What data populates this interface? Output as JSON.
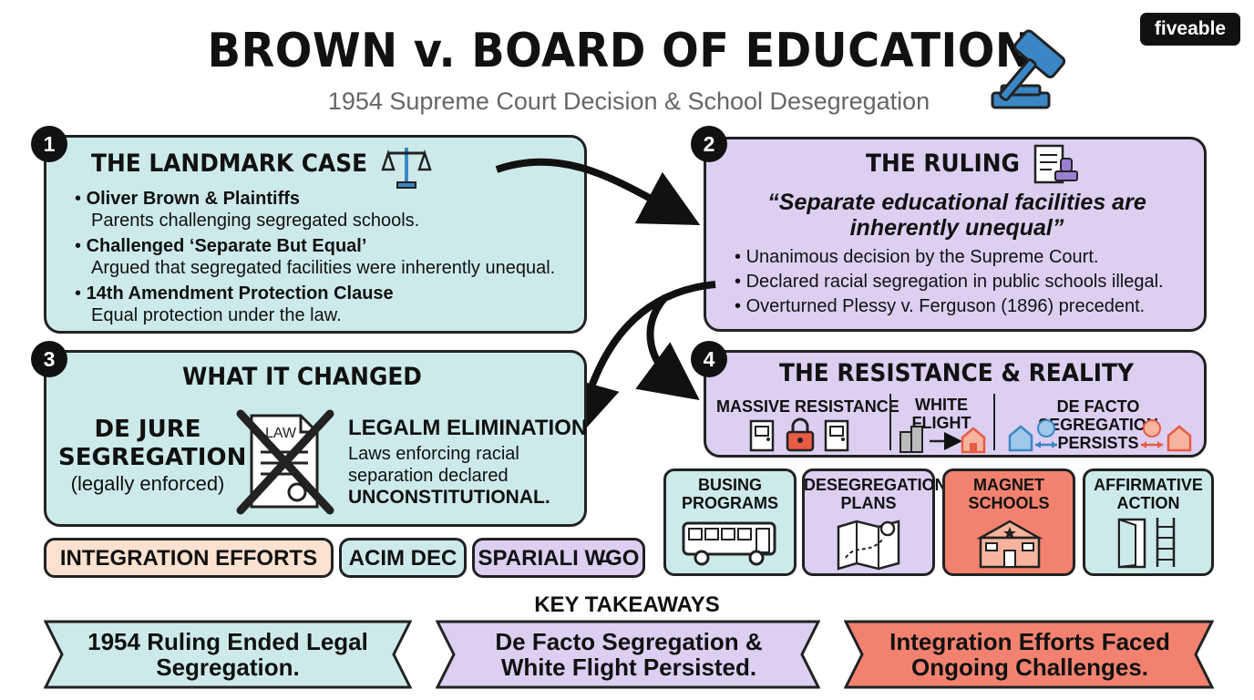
{
  "header": {
    "title": "BROWN v. BOARD OF EDUCATION",
    "subtitle": "1954 Supreme Court Decision & School Desegregation",
    "logo": "fiveable"
  },
  "panel1": {
    "badge": "1",
    "title": "THE LANDMARK CASE",
    "items": [
      {
        "head": "Oliver Brown & Plaintiffs",
        "body": "Parents challenging segregated schools."
      },
      {
        "head": "Challenged ‘Separate But Equal’",
        "body": "Argued that segregated facilities were inherently unequal."
      },
      {
        "head": "14th Amendment Protection Clause",
        "body": "Equal protection under the law."
      }
    ]
  },
  "panel2": {
    "badge": "2",
    "title": "THE RULING",
    "quote": "“Separate educational facilities are inherently unequal”",
    "items": [
      "Unanimous decision by the Supreme Court.",
      "Declared racial segregation in public schools illegal.",
      "Overturned Plessy v. Ferguson (1896) precedent."
    ]
  },
  "panel3": {
    "badge": "3",
    "title": "WHAT IT CHANGED",
    "left_head": "DE JURE SEGREGATION",
    "left_sub": "(legally enforced)",
    "doc_label": "LAW",
    "right_head": "LEGALM ELIMINATION",
    "right_body": "Laws enforcing racial separation declared",
    "right_emph": "UNCONSTITUTIONAL."
  },
  "panel4": {
    "badge": "4",
    "title": "THE RESISTANCE & REALITY",
    "cols": [
      "MASSIVE RESISTANCE",
      "WHITE FLIGHT",
      "DE FACTO SEGREGATION PERSISTS"
    ]
  },
  "pills": [
    "INTEGRATION EFFORTS",
    "ACIM DEC",
    "SPARIALI W̶GO"
  ],
  "programs": [
    "BUSING PROGRAMS",
    "DESEGREGATION PLANS",
    "MAGNET SCHOOLS",
    "AFFIRMATIVE ACTION"
  ],
  "takeaways": {
    "heading": "KEY TAKEAWAYS",
    "items": [
      "1954 Ruling Ended Legal Segregation.",
      "De Facto Segregation & White Flight Persisted.",
      "Integration Efforts Faced Ongoing Challenges."
    ]
  },
  "colors": {
    "teal": "#cdeaea",
    "lavender": "#dccff2",
    "coral": "#f2826f",
    "peach": "#fbe1cf",
    "blue_icon": "#3b86c4",
    "red_icon": "#e85b45"
  },
  "icons": [
    "gavel-icon",
    "scales-icon",
    "document-stamp-icon",
    "law-document-icon",
    "door-icon",
    "padlock-icon",
    "buildings-icon",
    "house-icon",
    "bus-icon",
    "map-icon",
    "school-icon",
    "ladder-icon"
  ]
}
